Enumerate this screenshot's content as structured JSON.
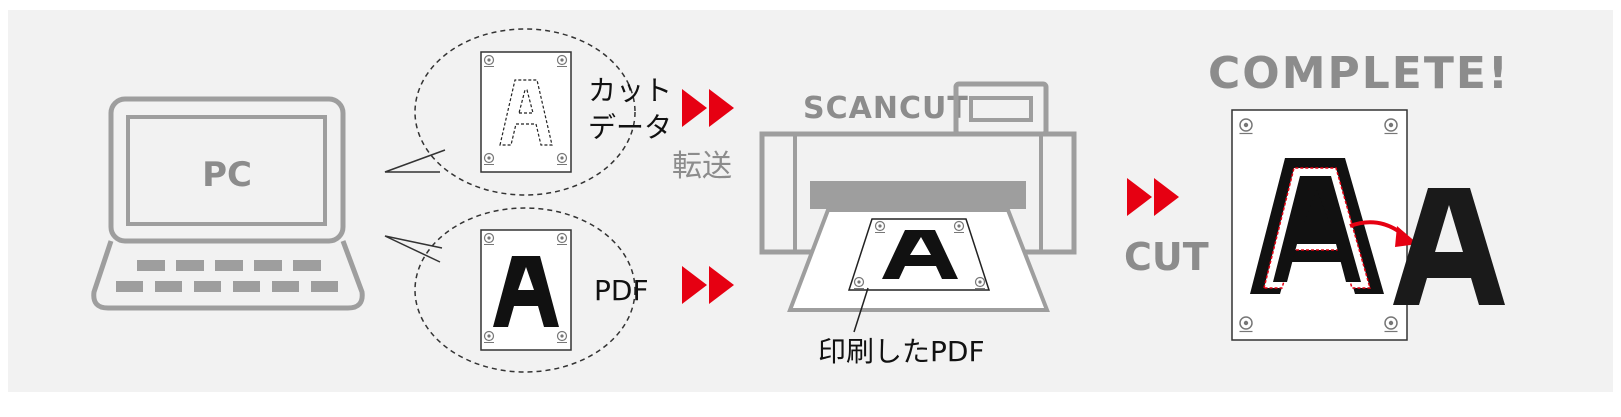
{
  "labels": {
    "pc": "PC",
    "cut_data_line1": "カット",
    "cut_data_line2": "データ",
    "transfer": "転送",
    "pdf": "PDF",
    "scancut": "SCANCUT",
    "printed_pdf": "印刷したPDF",
    "cut": "CUT",
    "complete": "COMPLETE!",
    "letter": "A"
  },
  "colors": {
    "background": "#f2f2f2",
    "device_gray": "#9e9e9e",
    "text_gray": "#8c8c8c",
    "accent_red": "#e60012",
    "black": "#1a1a1a"
  },
  "icons": [
    "laptop-icon",
    "scanner-icon",
    "fast-forward-icon",
    "registration-mark-icon"
  ]
}
